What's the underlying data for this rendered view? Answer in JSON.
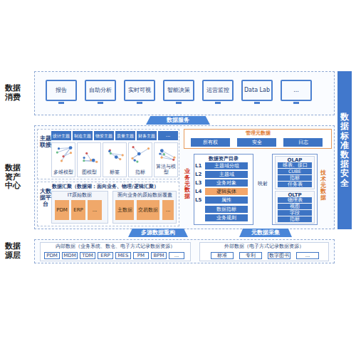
{
  "diagram": {
    "nodes": [
      {
        "text": [
          "数据消费"
        ]
      },
      {
        "text": [
          "报告"
        ],
        "in": 0
      },
      {
        "text": [
          "自助分析"
        ],
        "in": 0
      },
      {
        "text": [
          "实时可视"
        ],
        "in": 0
      },
      {
        "text": [
          "智能决策"
        ],
        "in": 0
      },
      {
        "text": [
          "运营监控"
        ],
        "in": 0
      },
      {
        "text": [
          "Data Lab"
        ],
        "in": 0
      },
      {
        "text": [
          "..."
        ],
        "in": 0
      },
      {
        "text": [
          "数据服务"
        ]
      },
      {
        "text": [
          "数据资产中心"
        ]
      },
      {
        "text": [
          "主题联接"
        ],
        "in": 9
      },
      {
        "text": [
          "设计主题"
        ],
        "in": 10
      },
      {
        "text": [
          "制造主题"
        ],
        "in": 10
      },
      {
        "text": [
          "物资主题"
        ],
        "in": 10
      },
      {
        "text": [
          "质量主题"
        ],
        "in": 10
      },
      {
        "text": [
          "财务主题"
        ],
        "in": 10
      },
      {
        "text": [
          "..."
        ],
        "in": 10
      },
      {
        "text": [
          "多维模型"
        ],
        "in": 10
      },
      {
        "text": [
          "图模型"
        ],
        "in": 10
      },
      {
        "text": [
          "标签"
        ],
        "in": 10
      },
      {
        "text": [
          "指标"
        ],
        "in": 10
      },
      {
        "text": [
          "算法与模型"
        ],
        "in": 10
      },
      {
        "text": [
          "大数据平台",
          "数据汇聚（数据湖：面向业务、物理/逻辑汇聚）"
        ],
        "in": 9
      },
      {
        "text": [
          "IT原始数据"
        ],
        "in": 22
      },
      {
        "text": [
          "PDM"
        ],
        "in": 23
      },
      {
        "text": [
          "ERP"
        ],
        "in": 23
      },
      {
        "text": [
          "..."
        ],
        "in": 23
      },
      {
        "text": [
          "面向业务的原始数据覆盖"
        ],
        "in": 22
      },
      {
        "text": [
          "主数据"
        ],
        "in": 27
      },
      {
        "text": [
          "交易数据"
        ],
        "in": 27
      },
      {
        "text": [
          "..."
        ],
        "in": 27
      },
      {
        "text": [
          "管理元数据"
        ],
        "in": 9
      },
      {
        "text": [
          "所有权"
        ],
        "in": 31
      },
      {
        "text": [
          "安全"
        ],
        "in": 31
      },
      {
        "text": [
          "日志"
        ],
        "in": 31
      },
      {
        "text": [
          "业务元数据",
          "数据资产目录"
        ],
        "in": 9
      },
      {
        "text": [
          "L1",
          "主题域分组"
        ],
        "in": 35
      },
      {
        "text": [
          "L2",
          "主题域"
        ],
        "in": 35
      },
      {
        "text": [
          "L3",
          "业务对象"
        ],
        "in": 35
      },
      {
        "text": [
          "L4",
          "逻辑实体"
        ],
        "in": 35
      },
      {
        "text": [
          "L5",
          "属性"
        ],
        "in": 35
      },
      {
        "text": [
          "数据指标"
        ],
        "in": 35
      },
      {
        "text": [
          "业务规则"
        ],
        "in": 35
      },
      {
        "text": [
          "技术元数据"
        ],
        "in": 9
      },
      {
        "text": [
          "OLAP"
        ],
        "in": 43
      },
      {
        "text": [
          "维表、接口"
        ],
        "in": 44
      },
      {
        "text": [
          "CUBE"
        ],
        "in": 44
      },
      {
        "text": [
          "指标"
        ],
        "in": 44
      },
      {
        "text": [
          "任务表"
        ],
        "in": 44
      },
      {
        "text": [
          "OLTP"
        ],
        "in": 43
      },
      {
        "text": [
          "物理表"
        ],
        "in": 49
      },
      {
        "text": [
          "视图"
        ],
        "in": 49
      },
      {
        "text": [
          "字段"
        ],
        "in": 49
      },
      {
        "text": [
          "指标"
        ],
        "in": 49
      },
      {
        "text": [
          "数据标准 数据安全"
        ]
      },
      {
        "text": [
          "多源数据重构"
        ]
      },
      {
        "text": [
          "元数据采集"
        ]
      },
      {
        "text": [
          "数据源层"
        ]
      },
      {
        "text": [
          "内部数据（业务系统、数仓、电子方式记录数据资源）"
        ],
        "in": 57
      },
      {
        "text": [
          "PDM"
        ],
        "in": 58
      },
      {
        "text": [
          "MDM"
        ],
        "in": 58
      },
      {
        "text": [
          "TDM"
        ],
        "in": 58
      },
      {
        "text": [
          "ERP"
        ],
        "in": 58
      },
      {
        "text": [
          "MES"
        ],
        "in": 58
      },
      {
        "text": [
          "PM"
        ],
        "in": 58
      },
      {
        "text": [
          "BPM"
        ],
        "in": 58
      },
      {
        "text": [
          "..."
        ],
        "in": 58
      },
      {
        "text": [
          "外部数据（电子方式记录数据资源）"
        ],
        "in": 57
      },
      {
        "text": [
          "标准"
        ],
        "in": 67
      },
      {
        "text": [
          "专利"
        ],
        "in": 67
      },
      {
        "text": [
          "数字图书"
        ],
        "in": 67
      },
      {
        "text": [
          "..."
        ],
        "in": 67
      }
    ],
    "edges": [
      {
        "from": 35,
        "to": 43,
        "label": "映射",
        "arrow": "to"
      }
    ]
  }
}
